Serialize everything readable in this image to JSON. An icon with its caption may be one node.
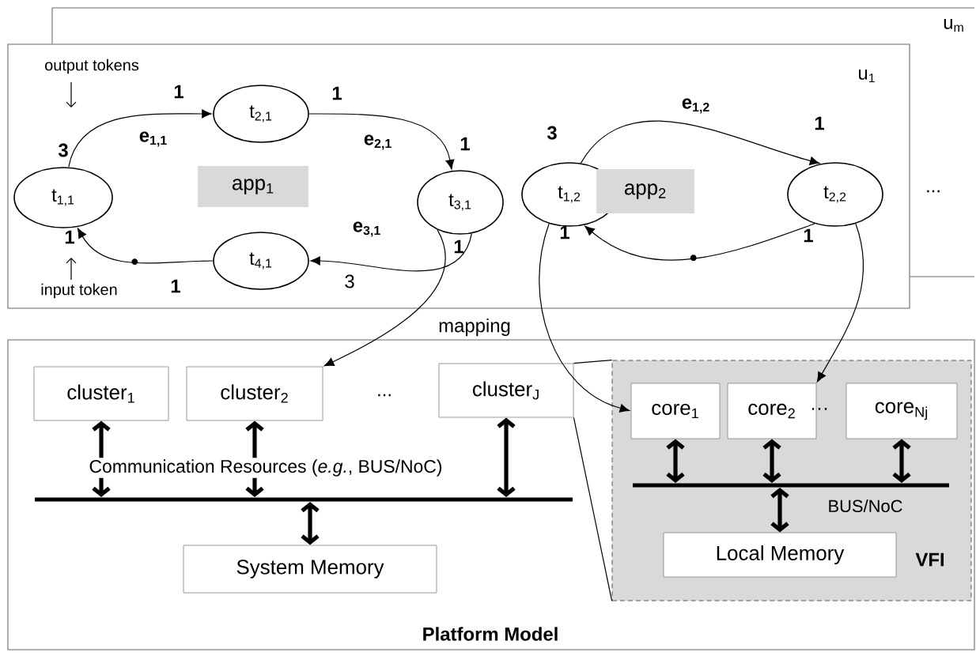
{
  "diagram": {
    "nodes": [
      {
        "text": [
          "u$_{1}$"
        ]
      },
      {
        "text": [
          "t$_{1,1}$"
        ],
        "in": 0
      },
      {
        "text": [
          "t$_{2,1}$"
        ],
        "in": 0
      },
      {
        "text": [
          "t$_{3,1}$"
        ],
        "in": 0
      },
      {
        "text": [
          "t$_{4,1}$"
        ],
        "in": 0
      },
      {
        "text": [
          "app$_{1}$"
        ],
        "in": 0
      },
      {
        "text": [
          "t$_{1,2}$"
        ],
        "in": 0
      },
      {
        "text": [
          "t$_{2,2}$"
        ],
        "in": 0
      },
      {
        "text": [
          "app$_{2}$"
        ],
        "in": 0
      },
      {
        "text": [
          "Platform Model"
        ]
      },
      {
        "text": [
          "cluster$_{1}$"
        ],
        "in": 9
      },
      {
        "text": [
          "cluster$_{2}$"
        ],
        "in": 9
      },
      {
        "text": [
          "cluster$_{J}$"
        ],
        "in": 9
      },
      {
        "text": [
          "System Memory"
        ],
        "in": 9
      },
      {
        "text": [
          "VFI"
        ],
        "in": 9
      },
      {
        "text": [
          "core$_{1}$"
        ],
        "in": 14
      },
      {
        "text": [
          "core$_{2}$"
        ],
        "in": 14
      },
      {
        "text": [
          "core$_{Nj}$"
        ],
        "in": 14
      },
      {
        "text": [
          "Local Memory"
        ],
        "in": 14
      },
      {
        "text": [],
        "shape": "bar",
        "in": 9
      },
      {
        "text": [],
        "shape": "bar",
        "in": 14
      }
    ],
    "edges": [
      {
        "from": 1,
        "to": 2,
        "arrow": "to",
        "label": "e$_{1,1}$"
      },
      {
        "from": 2,
        "to": 3,
        "arrow": "to",
        "label": "e$_{2,1}$"
      },
      {
        "from": 3,
        "to": 4,
        "arrow": "to",
        "label": "e$_{3,1}$"
      },
      {
        "from": 4,
        "to": 1,
        "arrow": "to"
      },
      {
        "from": 6,
        "to": 7,
        "arrow": "to",
        "label": "e$_{1,2}$"
      },
      {
        "from": 7,
        "to": 6,
        "arrow": "to"
      },
      {
        "from": 3,
        "to": 11,
        "arrow": "to",
        "label": "mapping"
      },
      {
        "from": 6,
        "to": 15,
        "arrow": "to"
      },
      {
        "from": 7,
        "to": 16,
        "arrow": "to"
      },
      {
        "from": 10,
        "to": 19,
        "arrow": "both",
        "style": "thick"
      },
      {
        "from": 11,
        "to": 19,
        "arrow": "both",
        "style": "thick"
      },
      {
        "from": 12,
        "to": 19,
        "arrow": "both",
        "style": "thick"
      },
      {
        "from": 19,
        "to": 13,
        "arrow": "both",
        "style": "thick"
      },
      {
        "from": 15,
        "to": 20,
        "arrow": "both",
        "style": "thick"
      },
      {
        "from": 16,
        "to": 20,
        "arrow": "both",
        "style": "thick"
      },
      {
        "from": 17,
        "to": 20,
        "arrow": "both",
        "style": "thick"
      },
      {
        "from": 20,
        "to": 18,
        "arrow": "both",
        "style": "thick"
      },
      {
        "from": 12,
        "to": 14,
        "arrow": "none"
      },
      {
        "from": 12,
        "to": 14,
        "arrow": "none"
      }
    ],
    "labels": [
      "u$_{m}$",
      "output tokens",
      "1",
      "1",
      "3",
      "1",
      "1",
      "1",
      "3",
      "input token",
      "1",
      "3",
      "1",
      "1",
      "1",
      "...",
      "...",
      "Communication Resources (*e.g.*, BUS/NoC)",
      "BUS/NoC",
      "···"
    ]
  }
}
